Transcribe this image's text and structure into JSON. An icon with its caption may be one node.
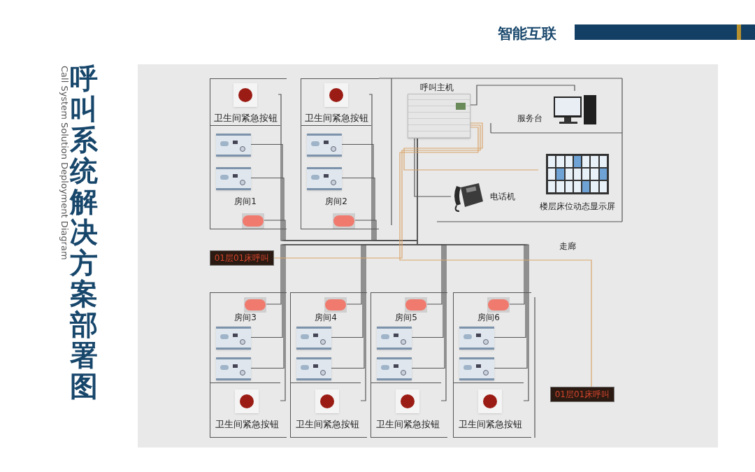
{
  "diagram": {
    "title": "呼叫系统解决方案部署图",
    "nodes": [
      {
        "text": [
          "房间1"
        ]
      },
      {
        "text": [
          "卫生间紧急按钮"
        ],
        "in": 0
      },
      {
        "text": [],
        "shape": "picture",
        "in": 0
      },
      {
        "text": [],
        "shape": "picture",
        "in": 0
      },
      {
        "text": [],
        "shape": "picture",
        "in": 0
      },
      {
        "text": [
          "房间2"
        ]
      },
      {
        "text": [
          "卫生间紧急按钮"
        ],
        "in": 5
      },
      {
        "text": [],
        "shape": "picture",
        "in": 5
      },
      {
        "text": [],
        "shape": "picture",
        "in": 5
      },
      {
        "text": [],
        "shape": "picture",
        "in": 5
      },
      {
        "text": [
          "呼叫主机"
        ]
      },
      {
        "text": [
          "服务台"
        ]
      },
      {
        "text": [
          "楼层床位动态显示屏"
        ]
      },
      {
        "text": [
          "电话机"
        ]
      },
      {
        "text": [
          "01层01床呼叫"
        ]
      },
      {
        "text": [
          "房间3"
        ]
      },
      {
        "text": [],
        "shape": "picture",
        "in": 15
      },
      {
        "text": [],
        "shape": "picture",
        "in": 15
      },
      {
        "text": [],
        "shape": "picture",
        "in": 15
      },
      {
        "text": [
          "卫生间紧急按钮"
        ],
        "in": 15
      },
      {
        "text": [
          "房间4"
        ]
      },
      {
        "text": [],
        "shape": "picture",
        "in": 20
      },
      {
        "text": [],
        "shape": "picture",
        "in": 20
      },
      {
        "text": [],
        "shape": "picture",
        "in": 20
      },
      {
        "text": [
          "卫生间紧急按钮"
        ],
        "in": 20
      },
      {
        "text": [
          "房间5"
        ]
      },
      {
        "text": [],
        "shape": "picture",
        "in": 25
      },
      {
        "text": [],
        "shape": "picture",
        "in": 25
      },
      {
        "text": [],
        "shape": "picture",
        "in": 25
      },
      {
        "text": [
          "卫生间紧急按钮"
        ],
        "in": 25
      },
      {
        "text": [
          "房间6"
        ]
      },
      {
        "text": [],
        "shape": "picture",
        "in": 30
      },
      {
        "text": [],
        "shape": "picture",
        "in": 30
      },
      {
        "text": [],
        "shape": "picture",
        "in": 30
      },
      {
        "text": [
          "卫生间紧急按钮"
        ],
        "in": 30
      },
      {
        "text": [
          "01层01床呼叫"
        ]
      }
    ],
    "edges": [
      {
        "from": 1,
        "to": 10,
        "arrow": "none"
      },
      {
        "from": 2,
        "to": 10,
        "arrow": "none"
      },
      {
        "from": 3,
        "to": 10,
        "arrow": "none"
      },
      {
        "from": 4,
        "to": 10,
        "arrow": "none"
      },
      {
        "from": 6,
        "to": 10,
        "arrow": "none"
      },
      {
        "from": 7,
        "to": 10,
        "arrow": "none"
      },
      {
        "from": 8,
        "to": 10,
        "arrow": "none"
      },
      {
        "from": 9,
        "to": 10,
        "arrow": "none"
      },
      {
        "from": 16,
        "to": 10,
        "arrow": "none"
      },
      {
        "from": 17,
        "to": 10,
        "arrow": "none"
      },
      {
        "from": 18,
        "to": 10,
        "arrow": "none"
      },
      {
        "from": 19,
        "to": 10,
        "arrow": "none"
      },
      {
        "from": 21,
        "to": 10,
        "arrow": "none"
      },
      {
        "from": 22,
        "to": 10,
        "arrow": "none"
      },
      {
        "from": 23,
        "to": 10,
        "arrow": "none"
      },
      {
        "from": 24,
        "to": 10,
        "arrow": "none"
      },
      {
        "from": 26,
        "to": 10,
        "arrow": "none"
      },
      {
        "from": 27,
        "to": 10,
        "arrow": "none"
      },
      {
        "from": 28,
        "to": 10,
        "arrow": "none"
      },
      {
        "from": 29,
        "to": 10,
        "arrow": "none"
      },
      {
        "from": 31,
        "to": 10,
        "arrow": "none"
      },
      {
        "from": 32,
        "to": 10,
        "arrow": "none"
      },
      {
        "from": 33,
        "to": 10,
        "arrow": "none"
      },
      {
        "from": 34,
        "to": 10,
        "arrow": "none"
      },
      {
        "from": 10,
        "to": 11,
        "arrow": "none"
      },
      {
        "from": 10,
        "to": 13,
        "arrow": "none"
      },
      {
        "from": 10,
        "to": 12,
        "arrow": "none",
        "color": "#d9a56b"
      },
      {
        "from": 10,
        "to": 14,
        "arrow": "none",
        "color": "#d9a56b"
      },
      {
        "from": 10,
        "to": 35,
        "arrow": "none",
        "color": "#d9a56b"
      }
    ],
    "labels": [
      "智能互联",
      "Call System Solution Deployment Diagram",
      "走廊"
    ]
  }
}
